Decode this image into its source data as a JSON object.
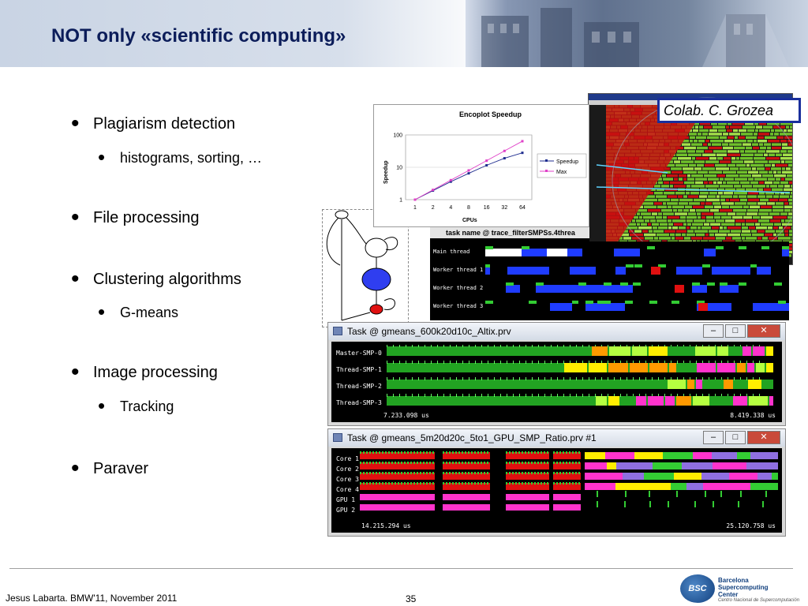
{
  "slide": {
    "title": "NOT only «scientific computing»",
    "bullets": [
      {
        "text": "Plagiarism detection",
        "sub": [
          "histograms, sorting, …"
        ]
      },
      {
        "text": "File processing",
        "sub": []
      },
      {
        "text": "Clustering algorithms",
        "sub": [
          "G-means"
        ]
      },
      {
        "text": "Image processing",
        "sub": [
          "Tracking"
        ]
      },
      {
        "text": "Paraver",
        "sub": []
      }
    ],
    "bullet_glyph": "•"
  },
  "speedup_chart": {
    "title": "Encoplot Speedup",
    "xlabel": "CPUs",
    "ylabel": "Speedup",
    "yticks": [
      "100",
      "10",
      "1"
    ],
    "xticks": [
      "1",
      "2",
      "4",
      "8",
      "16",
      "32",
      "64"
    ],
    "legend": [
      "Speedup",
      "Max"
    ]
  },
  "chart_data": {
    "type": "line",
    "title": "Encoplot Speedup",
    "xlabel": "CPUs",
    "ylabel": "Speedup",
    "categories": [
      "1",
      "2",
      "4",
      "8",
      "16",
      "32",
      "64"
    ],
    "yscale": "log",
    "ylim": [
      1,
      100
    ],
    "series": [
      {
        "name": "Speedup",
        "values": [
          1,
          1.9,
          3.6,
          6.5,
          11.5,
          19,
          28
        ],
        "color": "#1f2d8f"
      },
      {
        "name": "Max",
        "values": [
          1,
          2,
          4,
          8,
          16,
          32,
          64
        ],
        "color": "#e040c8"
      }
    ],
    "legend_position": "right"
  },
  "colab_label": "Colab. C. Grozea",
  "trace_small": {
    "title": "task name @ trace_filterSMPSs.4threa",
    "rows": [
      "Main thread",
      "Worker thread 1",
      "Worker thread 2",
      "Worker thread 3"
    ]
  },
  "trace_window_1": {
    "title": "Task @ gmeans_600k20d10c_Altix.prv",
    "rows": [
      "Master-SMP-0",
      "Thread-SMP-1",
      "Thread-SMP-2",
      "Thread-SMP-3"
    ],
    "time_start": "7.233.098 us",
    "time_end": "8.419.338 us"
  },
  "trace_window_2": {
    "title": "Task @ gmeans_5m20d20c_5to1_GPU_SMP_Ratio.prv #1",
    "rows": [
      "Core 1",
      "Core 2",
      "Core 3",
      "Core 4",
      "GPU  1",
      "GPU  2"
    ],
    "time_start": "14.215.294 us",
    "time_end": "25.120.758 us"
  },
  "window_controls": {
    "minimize": "–",
    "maximize": "□",
    "close": "✕"
  },
  "footer": {
    "author": "Jesus Labarta. BMW'11, November 2011",
    "page": "35",
    "logo_mark": "BSC",
    "logo_name": "Barcelona\nSupercomputing\nCenter",
    "logo_sub": "Centro Nacional de Supercomputación"
  },
  "colors": {
    "title": "#0c1d5a",
    "accent": "#1a2f9c",
    "trace_green": "#33cc33",
    "trace_magenta": "#ff33cc",
    "trace_blue": "#1f3cff",
    "trace_red": "#e01010"
  }
}
